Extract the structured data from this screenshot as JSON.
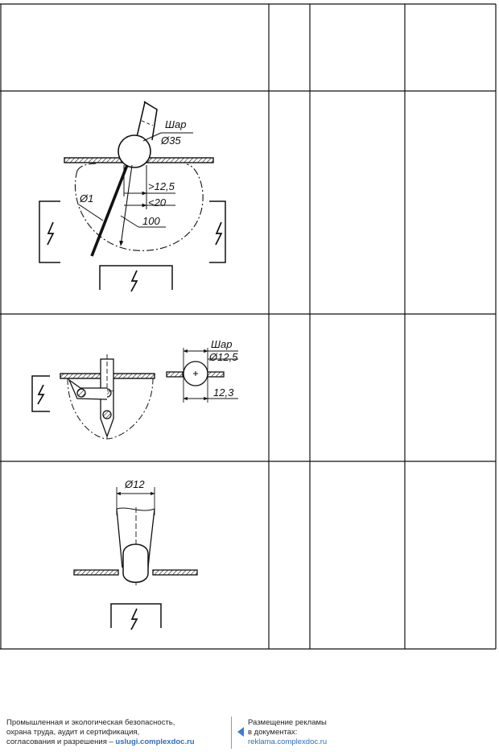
{
  "figures": {
    "fig1": {
      "ball_label": "Шар",
      "ball_diameter": "Ø35",
      "dim_gt": ">12,5",
      "dim_lt": "<20",
      "wire_diameter": "Ø1",
      "length": "100"
    },
    "fig2": {
      "ball_label": "Шар",
      "ball_diameter": "Ø12,5",
      "dim": "12,3"
    },
    "fig3": {
      "diameter": "Ø12"
    }
  },
  "footer": {
    "left_line1": "Промышленная и экологическая безопасность,",
    "left_line2": "охрана труда, аудит и сертификация,",
    "left_line3_prefix": "согласования и разрешения – ",
    "left_link": "uslugi.complexdoc.ru",
    "right_line1": "Размещение рекламы",
    "right_line2": "в документах:",
    "right_link": "reklama.complexdoc.ru"
  },
  "colors": {
    "ink": "#111111",
    "link": "#2f6db5",
    "arrow": "#3a7bd5"
  }
}
